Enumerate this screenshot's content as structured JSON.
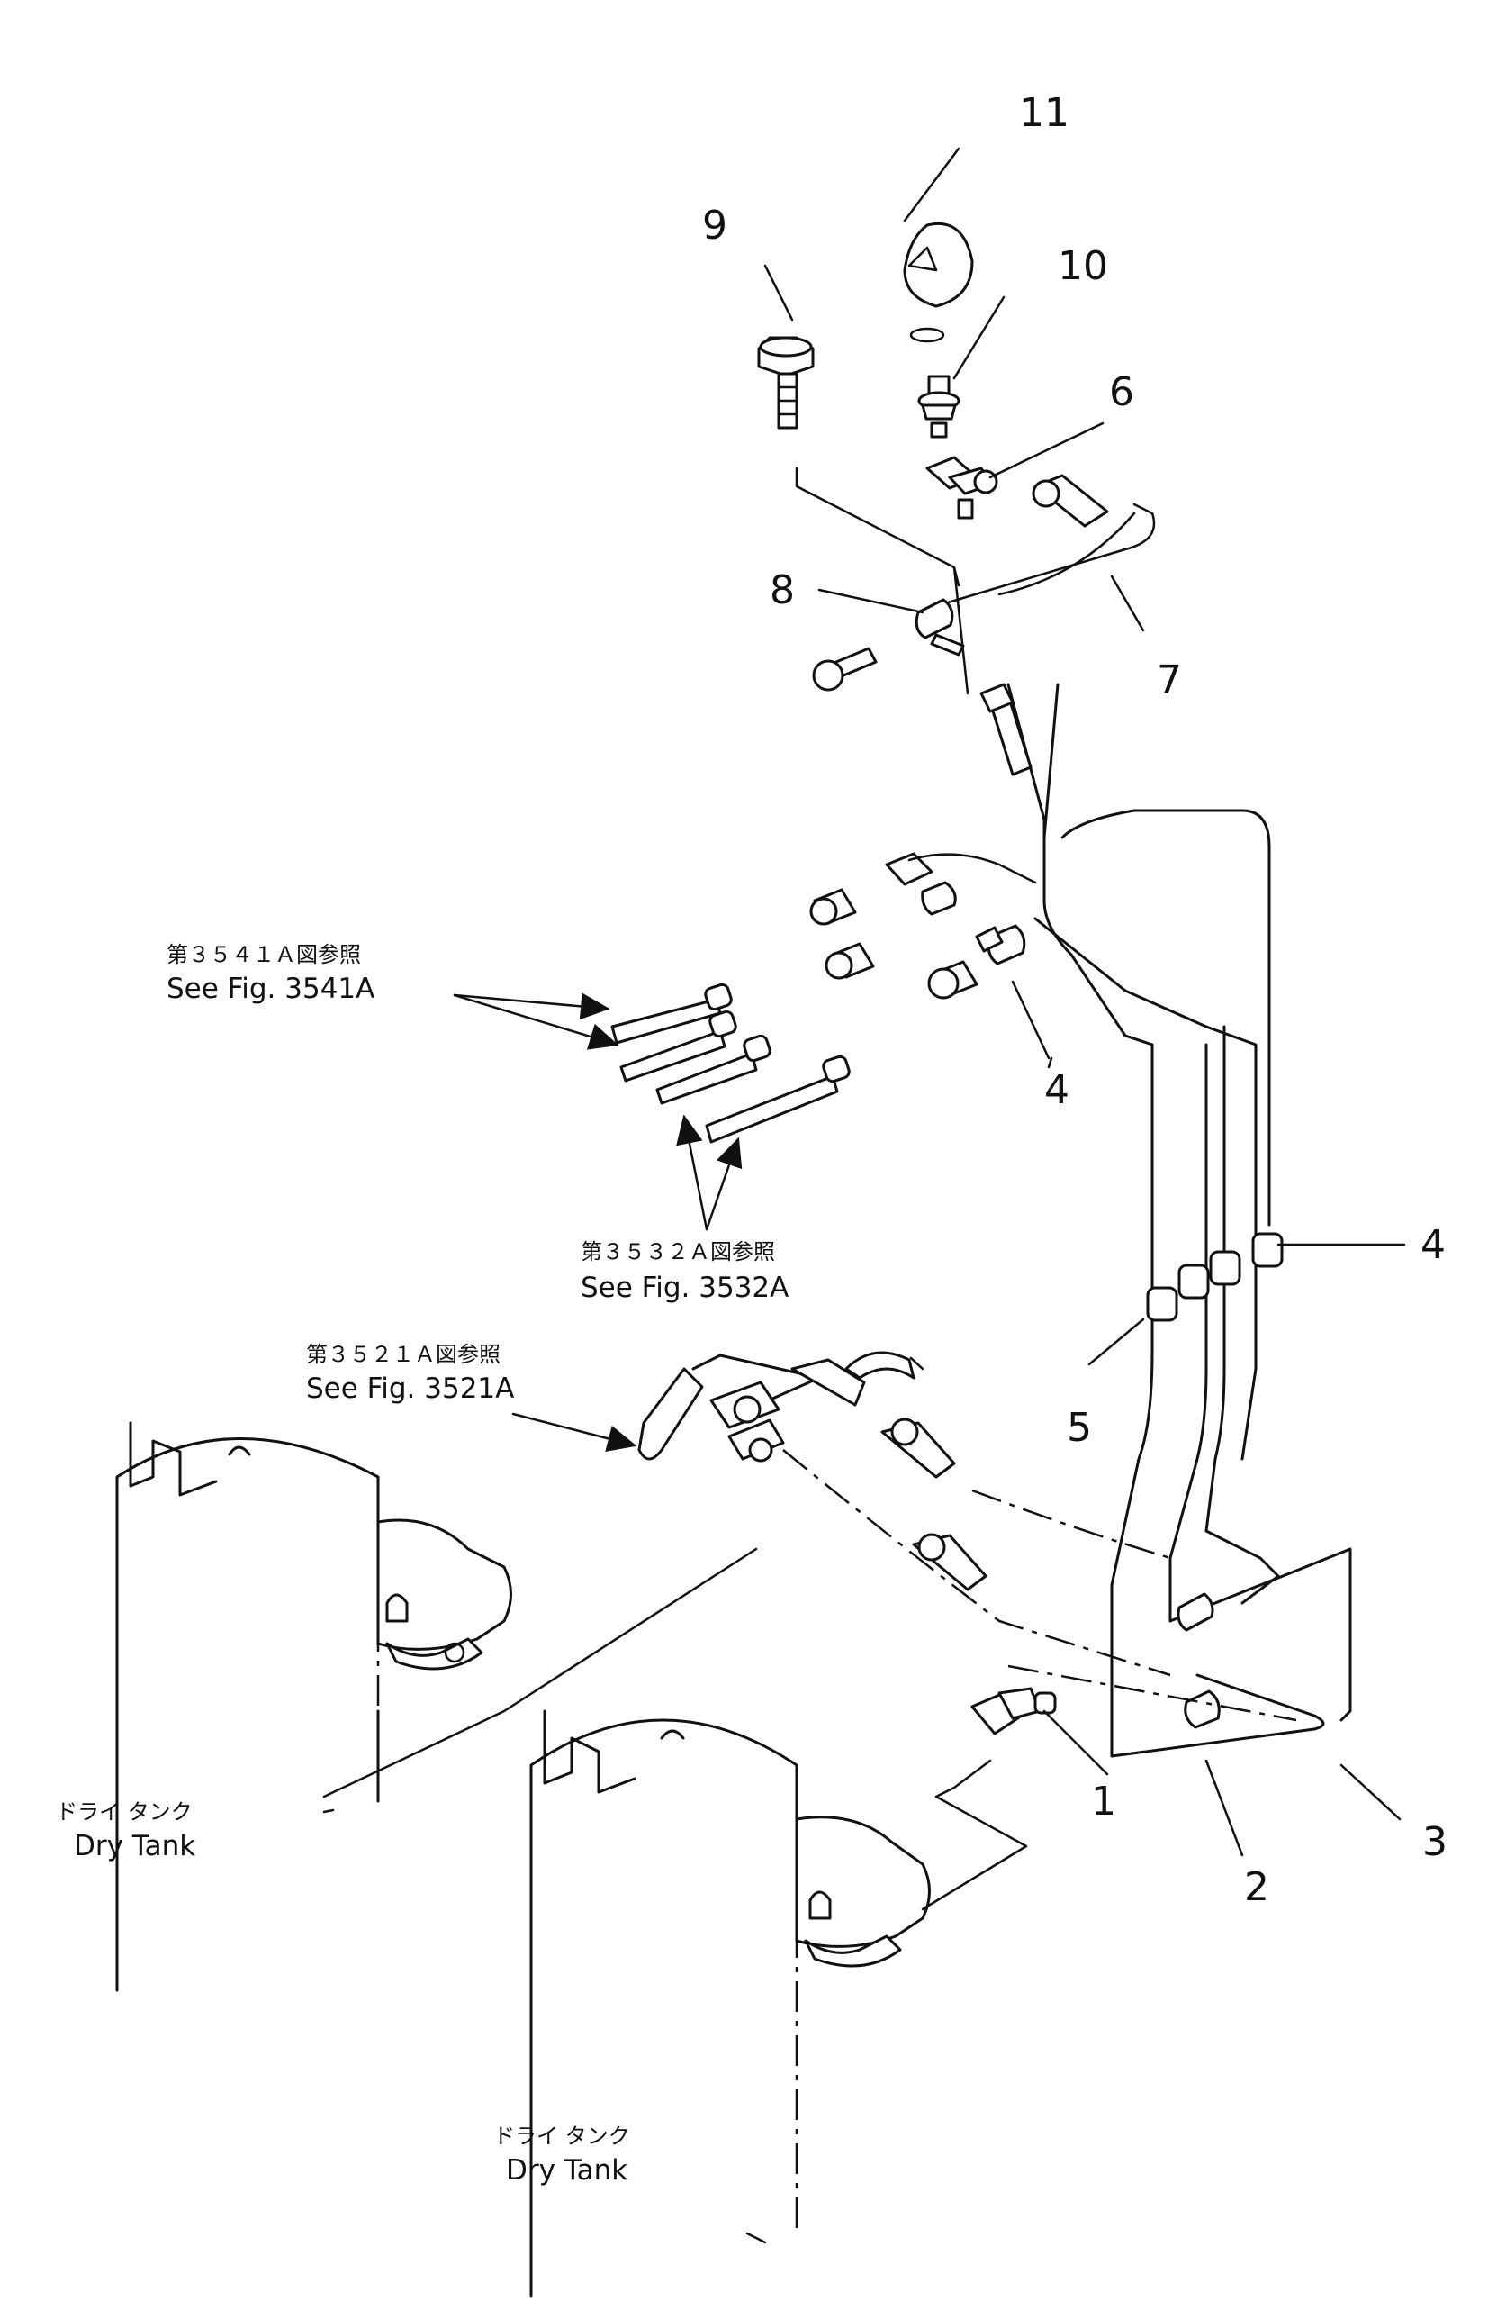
{
  "callouts": {
    "c1": "1",
    "c2": "2",
    "c3": "3",
    "c4a": "4",
    "c4b": "4",
    "c5": "5",
    "c6": "6",
    "c7": "7",
    "c8": "8",
    "c9": "9",
    "c10": "10",
    "c11": "11"
  },
  "references": {
    "fig3541": {
      "jp": "第３５４１Ａ図参照",
      "en": "See Fig. 3541A"
    },
    "fig3532": {
      "jp": "第３５３２Ａ図参照",
      "en": "See Fig. 3532A"
    },
    "fig3521": {
      "jp": "第３５２１Ａ図参照",
      "en": "See Fig. 3521A"
    }
  },
  "tanks": {
    "left": {
      "jp": "ドライ タンク",
      "en": "Dry Tank"
    },
    "right": {
      "jp": "ドライ タンク",
      "en": "Dry Tank"
    }
  }
}
